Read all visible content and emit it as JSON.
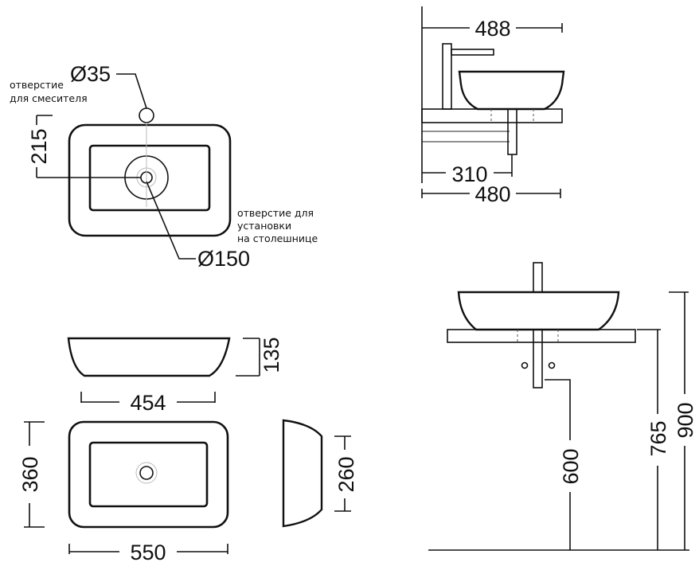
{
  "notes": {
    "mixer_hole_line1": "отверстие",
    "mixer_hole_line2": "для смесителя",
    "mount_hole_line1": "отверстие для",
    "mount_hole_line2": "установки",
    "mount_hole_line3": "на столешнице"
  },
  "dimensions": {
    "mixer_hole_diameter": "Ø35",
    "mount_hole_diameter": "Ø150",
    "hole_offset": "215",
    "side_depth_top": "488",
    "side_depth_310": "310",
    "side_depth_480": "480",
    "bowl_height": "135",
    "bowl_bottom_width": "454",
    "plan_depth": "360",
    "plan_width": "550",
    "side_bottom_depth": "260",
    "drain_height": "600",
    "counter_height": "765",
    "total_height": "900"
  }
}
